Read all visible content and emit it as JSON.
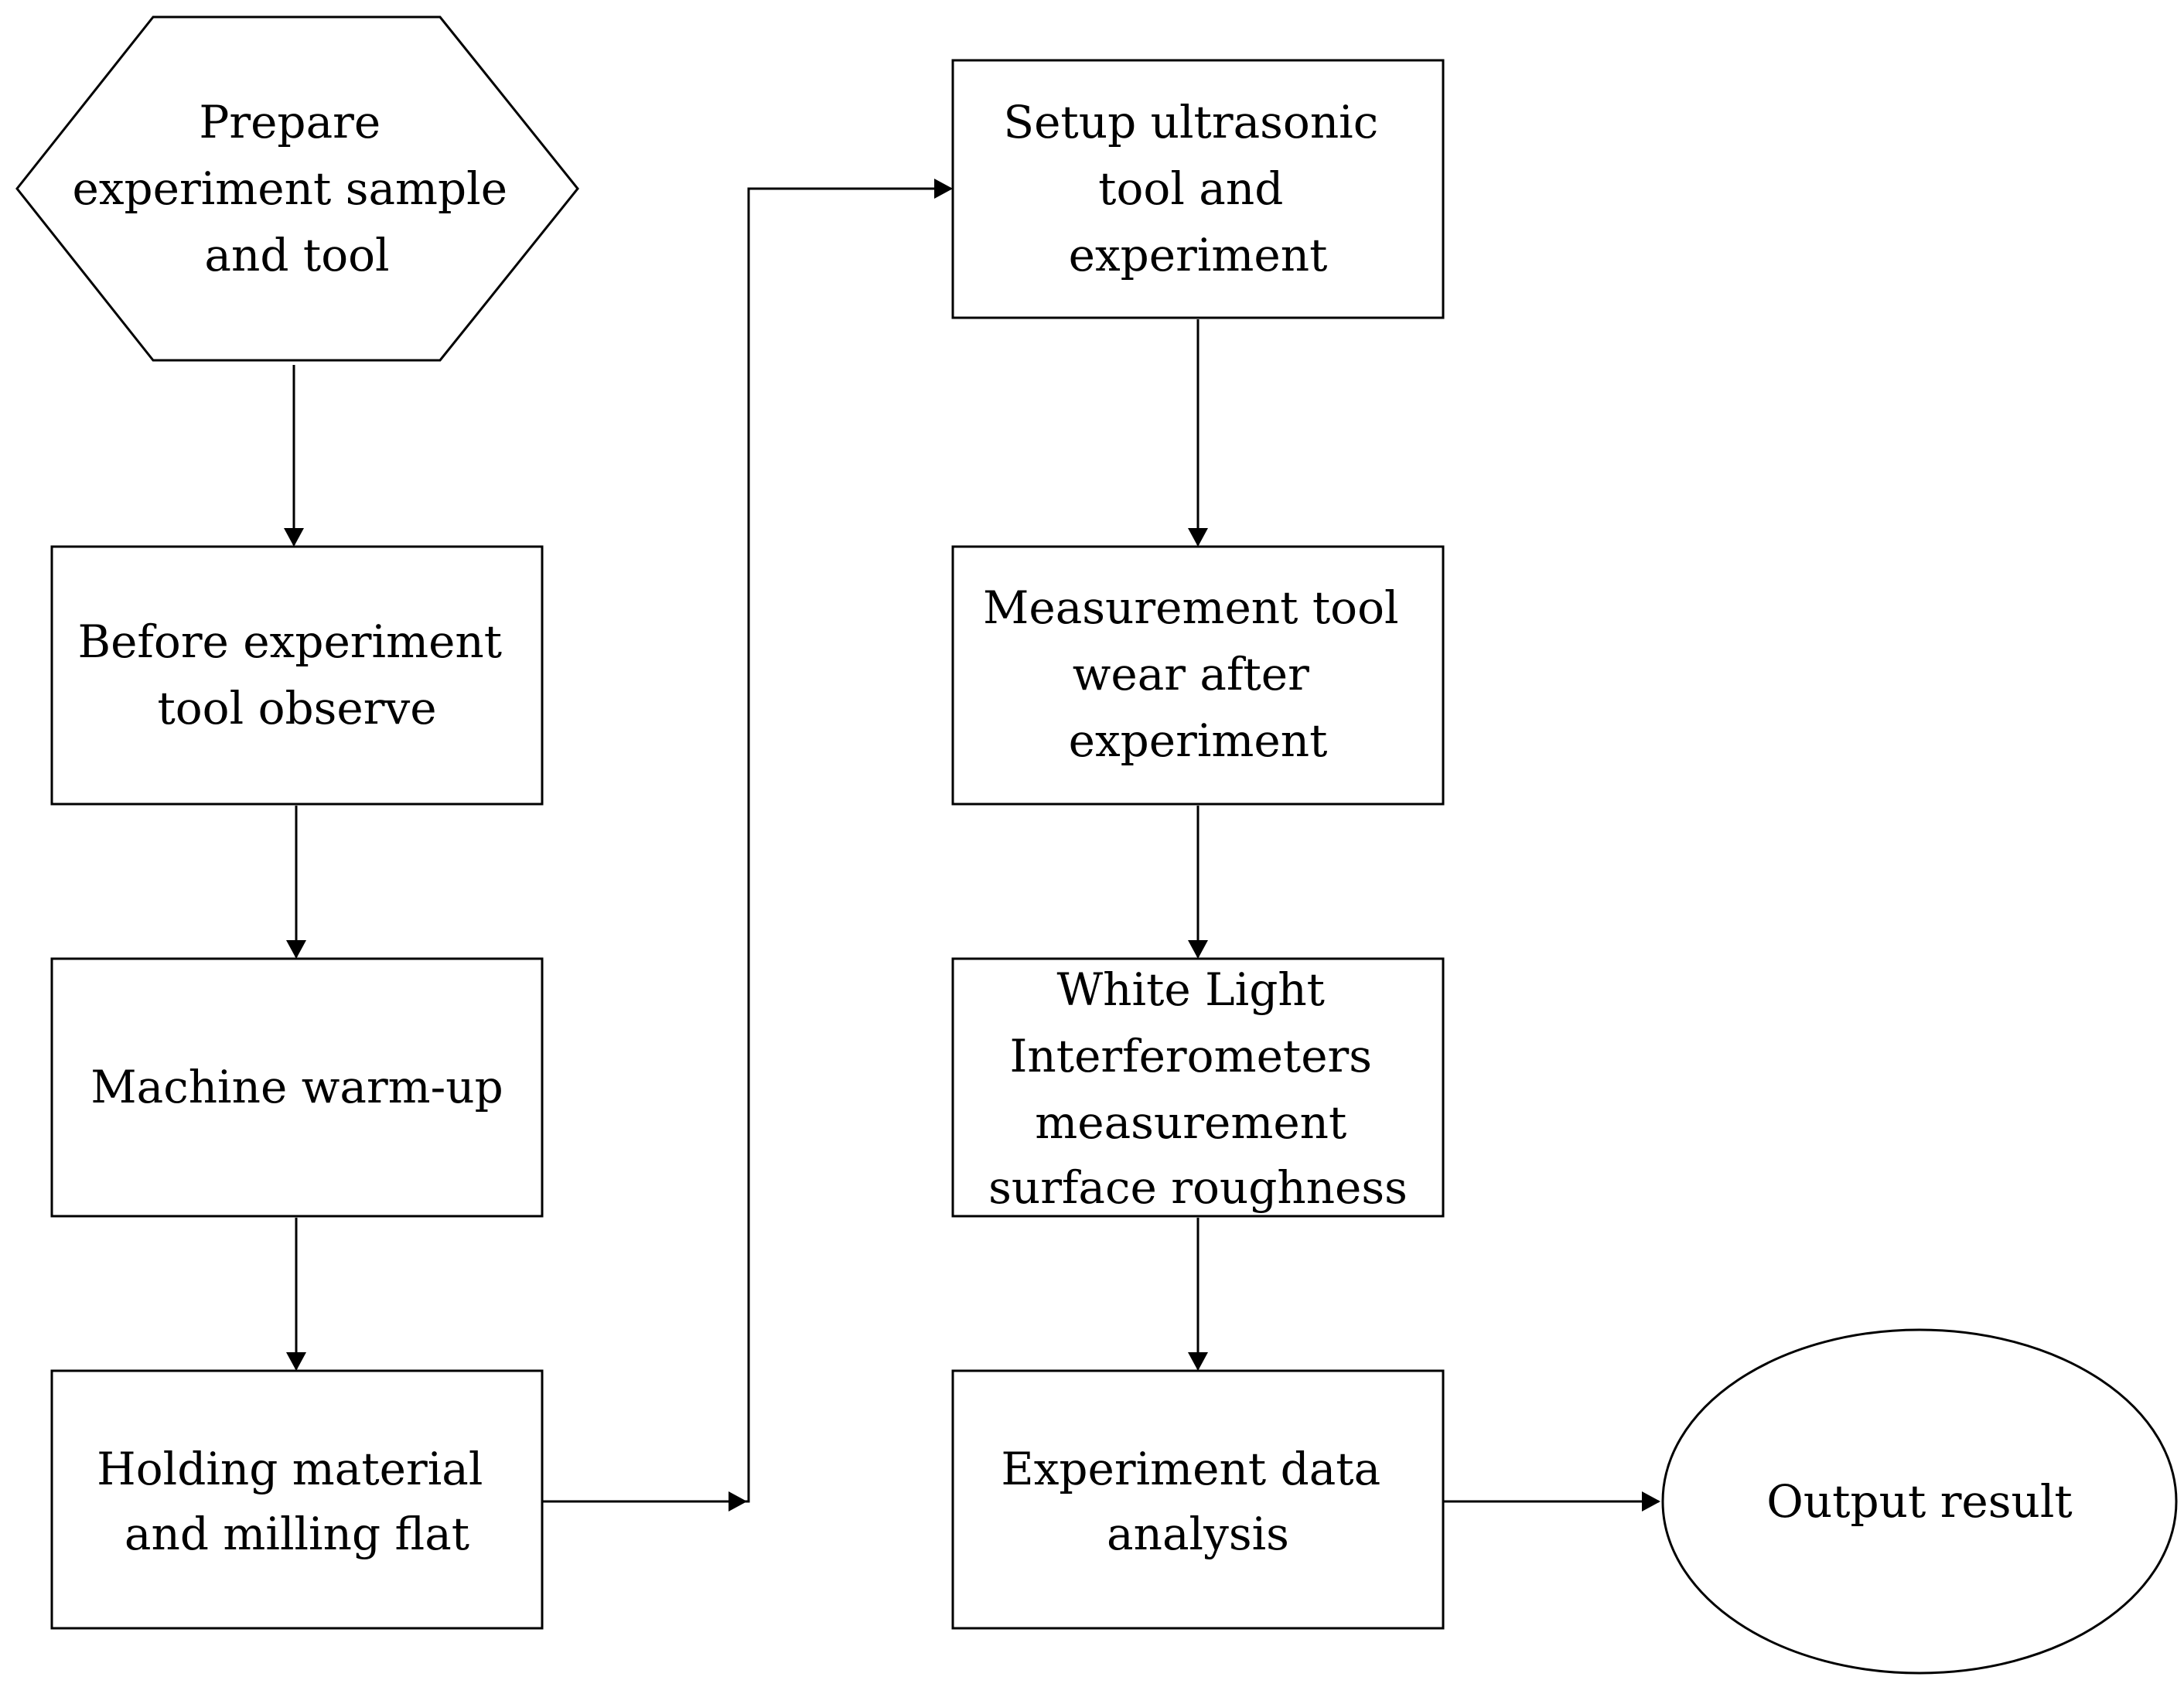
{
  "nodes": {
    "prepare": {
      "shape": "hexagon",
      "lines": [
        "Prepare",
        "experiment sample",
        "and tool"
      ]
    },
    "before": {
      "shape": "rectangle",
      "lines": [
        "Before experiment",
        "tool observe"
      ]
    },
    "warmup": {
      "shape": "rectangle",
      "lines": [
        "Machine warm-up"
      ]
    },
    "holding": {
      "shape": "rectangle",
      "lines": [
        "Holding material",
        "and milling flat"
      ]
    },
    "setup": {
      "shape": "rectangle",
      "lines": [
        "Setup ultrasonic",
        "tool and",
        "experiment"
      ]
    },
    "measure": {
      "shape": "rectangle",
      "lines": [
        "Measurement tool",
        "wear after",
        "experiment"
      ]
    },
    "wli": {
      "shape": "rectangle",
      "lines": [
        "White Light",
        "Interferometers",
        "measurement",
        "surface roughness"
      ]
    },
    "analysis": {
      "shape": "rectangle",
      "lines": [
        "Experiment data",
        "analysis"
      ]
    },
    "output": {
      "shape": "ellipse",
      "lines": [
        "Output result"
      ]
    }
  },
  "edges": [
    {
      "from": "prepare",
      "to": "before"
    },
    {
      "from": "before",
      "to": "warmup"
    },
    {
      "from": "warmup",
      "to": "holding"
    },
    {
      "from": "holding",
      "to": "setup"
    },
    {
      "from": "setup",
      "to": "measure"
    },
    {
      "from": "measure",
      "to": "wli"
    },
    {
      "from": "wli",
      "to": "analysis"
    },
    {
      "from": "analysis",
      "to": "output"
    }
  ],
  "colors": {
    "stroke": "#000000",
    "fill": "#ffffff",
    "text": "#000000"
  }
}
